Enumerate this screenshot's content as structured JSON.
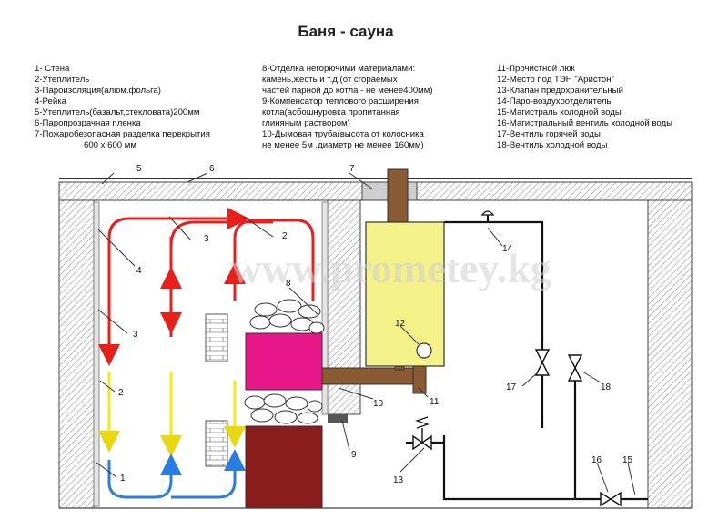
{
  "title": "Баня - сауна",
  "watermark": "www.prometey.kg",
  "legend": {
    "col1": [
      "1- Стена",
      "2-Утеплитель",
      "3-Пароизоляция(алюм.фольга)",
      "4-Рейка",
      "5-Утеплитель(базальт,стекловата)200мм",
      "6-Паропрозрачная пленка",
      "7-Пожаробезопасная разделка перекрытия",
      "600 х 600 мм"
    ],
    "col2": [
      "8-Отделка негорючими материалами:",
      "камень,жесть и т.д.(от сгораемых",
      "частей парной до котла - не менее400мм)",
      "9-Компенсатор теплового расширения",
      "котла(асбошнуровка пропитанная",
      "глиняным раствором)",
      "10-Дымовая труба(высота от колосника",
      "не менее 5м ,диаметр не менее 160мм)"
    ],
    "col3": [
      "11-Прочистной люк",
      "12-Место под ТЭН \"Аристон\"",
      "13-Клапан предохранительный",
      "14-Паро-воздухоотделитель",
      "15-Магистраль холодной воды",
      "16-Магистральный вентиль холодной воды",
      "17-Вентиль горячей воды",
      "18-Вентиль холодной воды"
    ]
  },
  "callouts": {
    "n1": "1",
    "n2a": "2",
    "n2b": "2",
    "n3a": "3",
    "n3b": "3",
    "n4": "4",
    "n5": "5",
    "n6": "6",
    "n7": "7",
    "n8": "8",
    "n9": "9",
    "n10": "10",
    "n11": "11",
    "n12": "12",
    "n13": "13",
    "n14": "14",
    "n15": "15",
    "n16": "16",
    "n17": "17",
    "n18": "18"
  },
  "colors": {
    "hot_air": "#e8201c",
    "cool_air": "#f2ea1c",
    "cold_air": "#2a7de0",
    "boiler": "#f5f28a",
    "stove_top": "#e8188a",
    "stove_base": "#8a1c1c",
    "chimney": "#8a5a32",
    "wall_hatch": "#9a9a9a"
  }
}
